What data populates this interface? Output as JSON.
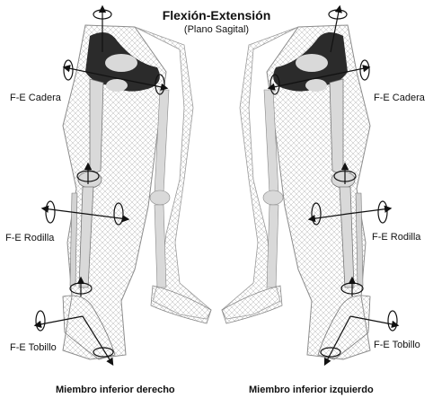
{
  "header": {
    "title": "Flexión-Extensión",
    "subtitle": "(Plano Sagital)"
  },
  "labels": {
    "right_limb": {
      "hip": "F-E Cadera",
      "knee": "F-E Rodilla",
      "ankle": "F-E Tobillo"
    },
    "left_limb": {
      "hip": "F-E Cadera",
      "knee": "F-E Rodilla",
      "ankle": "F-E Tobillo"
    }
  },
  "captions": {
    "right_limb": "Miembro inferior derecho",
    "left_limb": "Miembro inferior izquierdo"
  },
  "colors": {
    "bone": "#d9d9d9",
    "mesh": "#9a9a9a",
    "pelvis_dark": "#2b2b2b",
    "axis": "#111111"
  }
}
